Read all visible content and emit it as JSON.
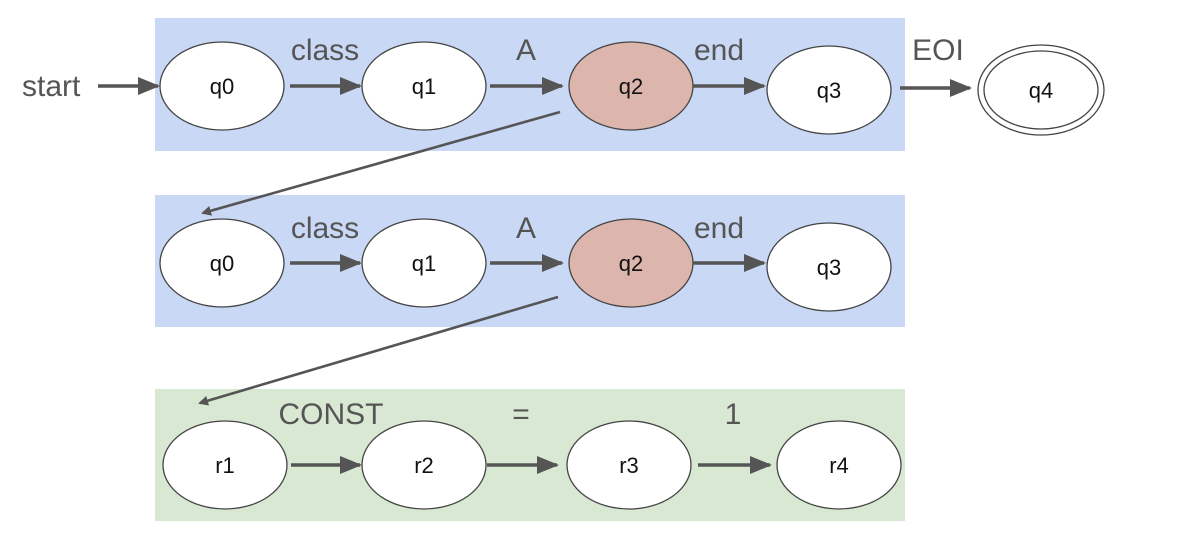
{
  "start_label": "start",
  "row1": {
    "states": [
      "q0",
      "q1",
      "q2",
      "q3"
    ],
    "accept_state": "q4",
    "edges": [
      "class",
      "A",
      "end",
      "EOI"
    ]
  },
  "row2": {
    "states": [
      "q0",
      "q1",
      "q2",
      "q3"
    ],
    "edges": [
      "class",
      "A",
      "end"
    ]
  },
  "row3": {
    "states": [
      "r1",
      "r2",
      "r3",
      "r4"
    ],
    "edges": [
      "CONST",
      "=",
      "1"
    ]
  },
  "colors": {
    "band_blue": "#c9d8f5",
    "band_green": "#d9e8d2",
    "highlight_state": "#dcb6ad",
    "arrow": "#555555"
  }
}
